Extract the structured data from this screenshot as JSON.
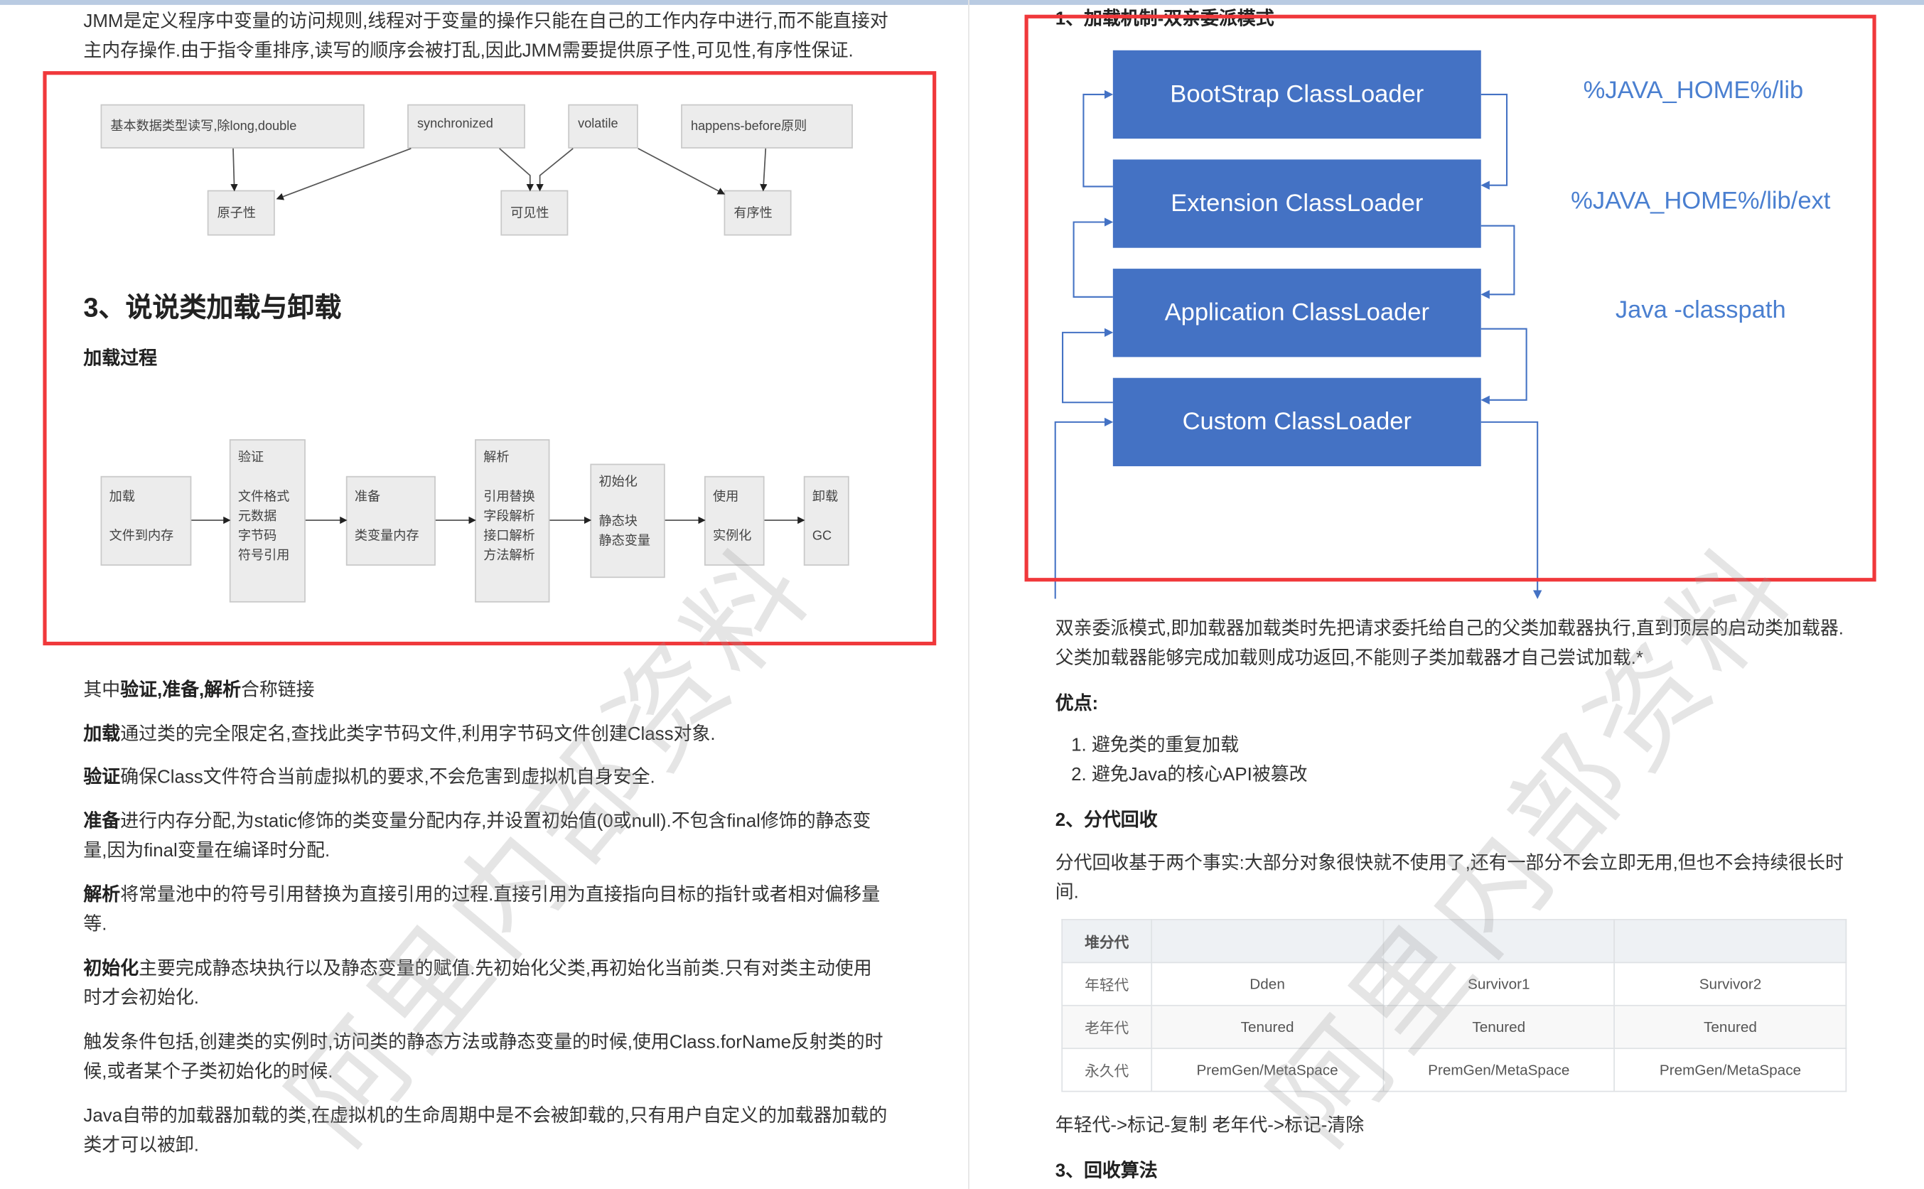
{
  "left": {
    "intro": [
      "JMM是定义程序中变量的访问规则,线程对于变量的操作只能在自己的工作内存中进行,而不能直接对",
      "主内存操作.由于指令重排序,读写的顺序会被打乱,因此JMM需要提供原子性,可见性,有序性保证."
    ],
    "jmm_diagram": {
      "sources": [
        "基本数据类型读写,除long,double",
        "synchronized",
        "volatile",
        "happens-before原则"
      ],
      "targets": [
        "原子性",
        "可见性",
        "有序性"
      ]
    },
    "heading": "3、说说类加载与卸载",
    "subheading": "加载过程",
    "flow": [
      {
        "title": "加载",
        "lines": [
          "文件到内存"
        ]
      },
      {
        "title": "验证",
        "lines": [
          "文件格式",
          "元数据",
          "字节码",
          "符号引用"
        ]
      },
      {
        "title": "准备",
        "lines": [
          "类变量内存"
        ]
      },
      {
        "title": "解析",
        "lines": [
          "引用替换",
          "字段解析",
          "接口解析",
          "方法解析"
        ]
      },
      {
        "title": "初始化",
        "lines": [
          "静态块",
          "静态变量"
        ]
      },
      {
        "title": "使用",
        "lines": [
          "实例化"
        ]
      },
      {
        "title": "卸载",
        "lines": [
          "GC"
        ]
      }
    ],
    "link_note": {
      "prefix": "其中",
      "bold": "验证,准备,解析",
      "suffix": "合称链接"
    },
    "paragraphs": [
      {
        "bold": "加载",
        "lines": [
          "通过类的完全限定名,查找此类字节码文件,利用字节码文件创建Class对象."
        ]
      },
      {
        "bold": "验证",
        "lines": [
          "确保Class文件符合当前虚拟机的要求,不会危害到虚拟机自身安全."
        ]
      },
      {
        "bold": "准备",
        "lines": [
          "进行内存分配,为static修饰的类变量分配内存,并设置初始值(0或null).不包含final修饰的静态变",
          "量,因为final变量在编译时分配."
        ]
      },
      {
        "bold": "解析",
        "lines": [
          "将常量池中的符号引用替换为直接引用的过程.直接引用为直接指向目标的指针或者相对偏移量",
          "等."
        ]
      },
      {
        "bold": "初始化",
        "lines": [
          "主要完成静态块执行以及静态变量的赋值.先初始化父类,再初始化当前类.只有对类主动使用",
          "时才会初始化."
        ]
      },
      {
        "bold": "",
        "lines": [
          "触发条件包括,创建类的实例时,访问类的静态方法或静态变量的时候,使用Class.forName反射类的时",
          "候,或者某个子类初始化的时候."
        ]
      },
      {
        "bold": "",
        "lines": [
          "Java自带的加载器加载的类,在虚拟机的生命周期中是不会被卸载的,只有用户自定义的加载器加载的",
          "类才可以被卸."
        ]
      }
    ]
  },
  "right": {
    "heading": "1、加载机制-双亲委派模式",
    "loaders": [
      "BootStrap ClassLoader",
      "Extension ClassLoader",
      "Application ClassLoader",
      "Custom ClassLoader"
    ],
    "paths": [
      "%JAVA_HOME%/lib",
      "%JAVA_HOME%/lib/ext",
      "Java -classpath"
    ],
    "description": [
      "双亲委派模式,即加载器加载类时先把请求委托给自己的父类加载器执行,直到顶层的启动类加载器.",
      "父类加载器能够完成加载则成功返回,不能则子类加载器才自己尝试加载.*"
    ],
    "advantages_label": "优点:",
    "advantages": [
      "1. 避免类的重复加载",
      "2. 避免Java的核心API被篡改"
    ],
    "section2": "2、分代回收",
    "section2_text": [
      "分代回收基于两个事实:大部分对象很快就不使用了,还有一部分不会立即无用,但也不会持续很长时",
      "间."
    ],
    "table": {
      "header": [
        "堆分代",
        "",
        "",
        ""
      ],
      "rows": [
        [
          "年轻代",
          "Dden",
          "Survivor1",
          "Survivor2"
        ],
        [
          "老年代",
          "Tenured",
          "Tenured",
          "Tenured"
        ],
        [
          "永久代",
          "PremGen/MetaSpace",
          "PremGen/MetaSpace",
          "PremGen/MetaSpace"
        ]
      ]
    },
    "gc_note": "年轻代->标记-复制 老年代->标记-清除",
    "section3": "3、回收算法"
  },
  "watermark": "阿里内部资料",
  "colors": {
    "highlight_border": "#f0383b",
    "loader_blue": "#4472c4",
    "path_blue": "#4a7fd0"
  }
}
